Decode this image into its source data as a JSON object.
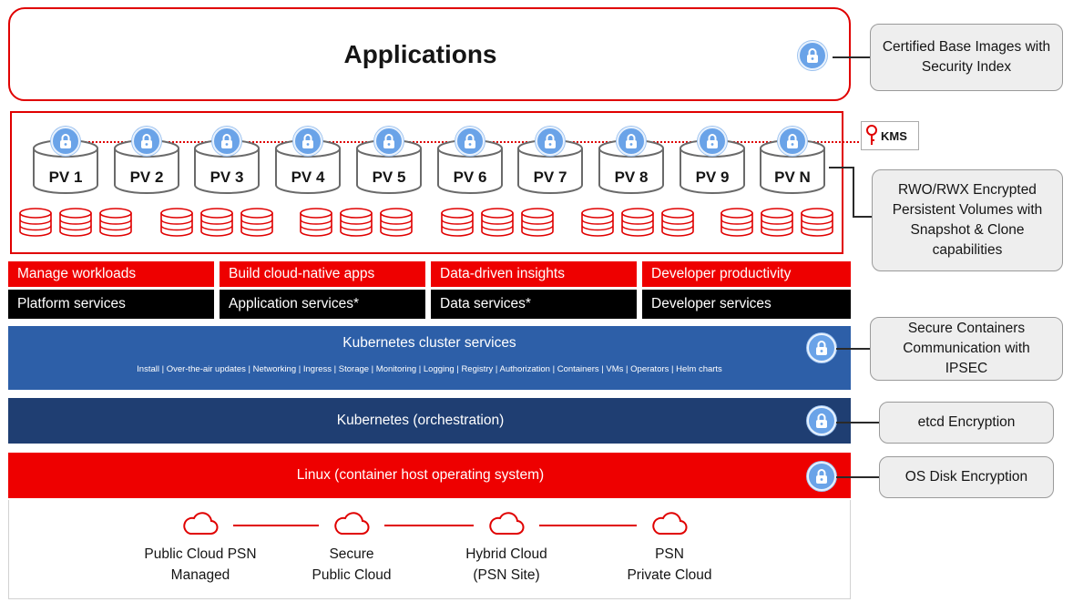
{
  "applications": {
    "title": "Applications"
  },
  "persistent_volumes": {
    "labels": [
      "PV 1",
      "PV 2",
      "PV 3",
      "PV 4",
      "PV 5",
      "PV 6",
      "PV 7",
      "PV 8",
      "PV 9",
      "PV N"
    ]
  },
  "kms": {
    "label": "KMS"
  },
  "services": [
    {
      "top": "Manage workloads",
      "bottom": "Platform services"
    },
    {
      "top": "Build cloud-native apps",
      "bottom": "Application services*"
    },
    {
      "top": "Data-driven insights",
      "bottom": "Data services*"
    },
    {
      "top": "Developer productivity",
      "bottom": "Developer services"
    }
  ],
  "kubernetes_cluster_services": {
    "title": "Kubernetes cluster services",
    "list": "Install | Over-the-air updates | Networking | Ingress | Storage | Monitoring | Logging | Registry | Authorization | Containers | VMs | Operators | Helm charts"
  },
  "kubernetes_orchestration": {
    "title": "Kubernetes (orchestration)"
  },
  "linux": {
    "title": "Linux (container host operating system)"
  },
  "clouds": [
    {
      "line1": "Public Cloud PSN",
      "line2": "Managed"
    },
    {
      "line1": "Secure",
      "line2": "Public Cloud"
    },
    {
      "line1": "Hybrid Cloud",
      "line2": "(PSN Site)"
    },
    {
      "line1": "PSN",
      "line2": "Private Cloud"
    }
  ],
  "callouts": {
    "certified": "Certified Base Images with Security Index",
    "rwo": "RWO/RWX Encrypted Persistent Volumes with Snapshot & Clone capabilities",
    "ipsec": "Secure Containers Communication with IPSEC",
    "etcd": "etcd Encryption",
    "os_disk": "OS Disk Encryption"
  },
  "colors": {
    "red": "#ee0000",
    "black": "#000000",
    "blue": "#2d5fa8",
    "navy": "#1f3e72",
    "lock_blue": "#6aa3e8",
    "callout_gray": "#eeeeee"
  },
  "icons": [
    "lock-icon",
    "cloud-icon",
    "database-disk-icon",
    "key-icon",
    "storage-cylinder-icon"
  ]
}
